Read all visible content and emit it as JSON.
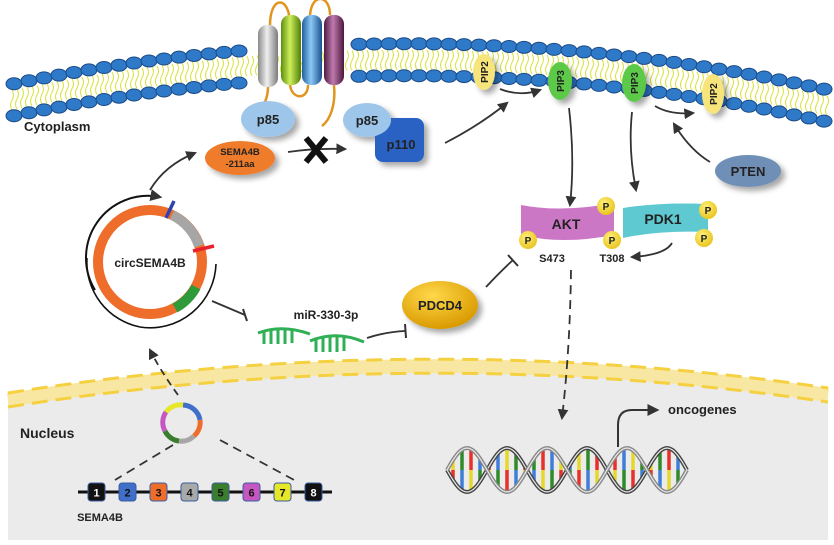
{
  "regions": {
    "cytoplasm": "Cytoplasm",
    "nucleus": "Nucleus"
  },
  "receptor": {
    "helix_colors": [
      "#bfbfbf",
      "#8cc21e",
      "#3c8fd6",
      "#7a2d66"
    ],
    "loop_color": "#e0951e"
  },
  "proteins": {
    "p85_bound": "p85",
    "sema4b_211aa_line1": "SEMA4B",
    "sema4b_211aa_line2": "-211aa",
    "p85_free": "p85",
    "p110": "p110",
    "pten": "PTEN",
    "akt": "AKT",
    "pdk1": "PDK1",
    "pdcd4": "PDCD4",
    "phospho": "P"
  },
  "lipids": {
    "pip2_left": "PIP2",
    "pip3_left": "PIP3",
    "pip3_right": "PIP3",
    "pip2_right": "PIP2"
  },
  "sites": {
    "s473": "S473",
    "t308": "T308"
  },
  "rna": {
    "circ_label": "circSEMA4B",
    "mirna_label": "miR-330-3p"
  },
  "genes": {
    "gene_label": "SEMA4B",
    "exons": [
      {
        "label": "1",
        "color": "#111111",
        "text_color": "#ffffff"
      },
      {
        "label": "2",
        "color": "#3f6fc9",
        "text_color": "#111111"
      },
      {
        "label": "3",
        "color": "#ef6d2b",
        "text_color": "#111111"
      },
      {
        "label": "4",
        "color": "#a9a9a9",
        "text_color": "#111111"
      },
      {
        "label": "5",
        "color": "#3a7d2c",
        "text_color": "#111111"
      },
      {
        "label": "6",
        "color": "#c657c0",
        "text_color": "#111111"
      },
      {
        "label": "7",
        "color": "#e6e62a",
        "text_color": "#111111"
      },
      {
        "label": "8",
        "color": "#111111",
        "text_color": "#ffffff"
      }
    ],
    "oncogenes_label": "oncogenes"
  },
  "colors": {
    "membrane_head": "#2f79c9",
    "membrane_tail": "#d7e23a",
    "nuclear_bg": "#ebebeb",
    "nuclear_envelope": "#f5d76e",
    "circ_main": "#ef6d2b",
    "circ_gray": "#a6a6a6",
    "circ_green": "#2f9a3a",
    "circ_blue_mark": "#2d43b0",
    "circ_red_mark": "#e8212b",
    "mirna": "#2fb055",
    "akt": "#cc77c6",
    "pdk1": "#5fc9d1",
    "phospho": "#f6d22f",
    "pip2": "#f7e47a",
    "pip3": "#5cc94a",
    "p85": "#9ec6ea",
    "p110": "#2a62c4",
    "sema4b_211aa": "#ef7b2b",
    "pten": "#6f8fb6",
    "pdcd4": "#e3a70c"
  }
}
